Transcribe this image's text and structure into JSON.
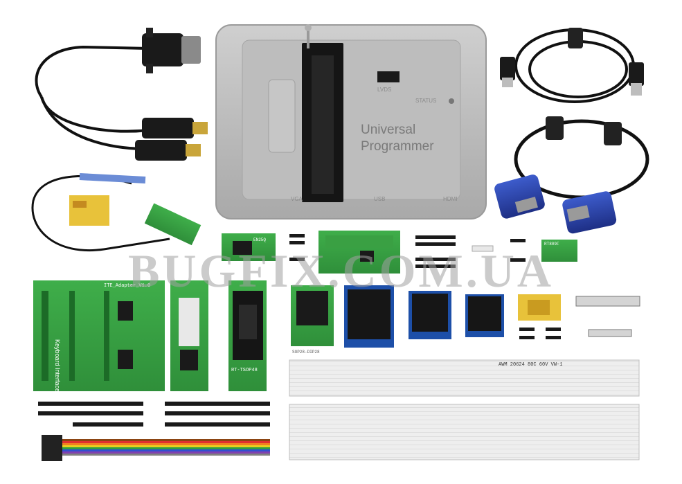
{
  "programmer": {
    "title_line1": "Universal",
    "title_line2": "Programmer",
    "status_label": "STATUS",
    "ports": [
      "LVDS",
      "VGA",
      "USB",
      "HDMI"
    ]
  },
  "boards": {
    "keyboard_interface_label": "Keyboard Interface",
    "ite_adapter_label": "ITE_Adapter_V1.0",
    "en25_label": "EN25Q",
    "tsop48_adapter_label": "RT-TSOP48",
    "sop28_adapter_label": "SOP28-DIP28",
    "small_green_label": "RT809F"
  },
  "cables": {
    "flat_cable_marking": "AWM 20624 80C 60V VW-1"
  },
  "watermark": "BUGFIX.COM.UA"
}
